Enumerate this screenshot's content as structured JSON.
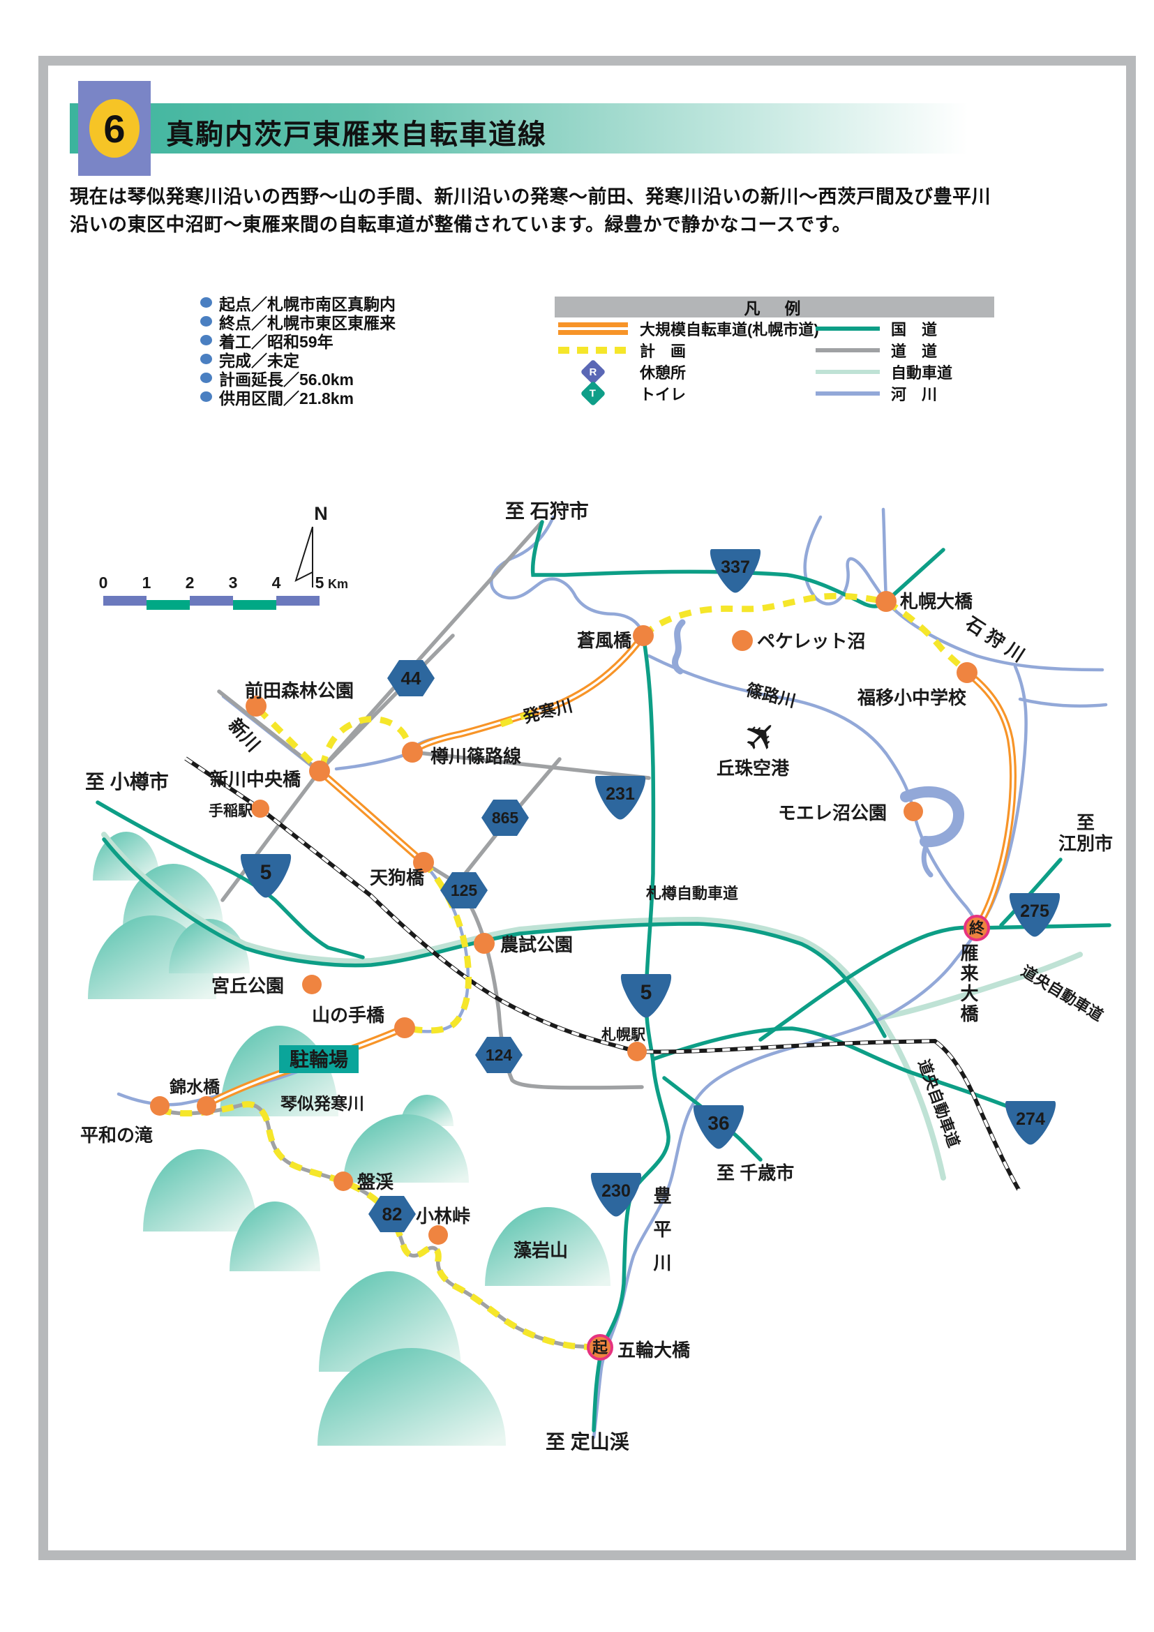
{
  "page": {
    "number": "6",
    "title": "真駒内茨戸東雁来自転車道線"
  },
  "intro": {
    "line1": "現在は琴似発寒川沿いの西野～山の手間、新川沿いの発寒～前田、発寒川沿いの新川～西茨戸間及び豊平川",
    "line2": "沿いの東区中沼町～東雁来間の自転車道が整備されています。緑豊かで静かなコースです。"
  },
  "info_items": [
    "起点／札幌市南区真駒内",
    "終点／札幌市東区東雁来",
    "着工／昭和59年",
    "完成／未定",
    "計画延長／56.0km",
    "供用区間／21.8km"
  ],
  "legend": {
    "title": "凡　例",
    "left": [
      {
        "label": "大規模自転車道(札幌市道)"
      },
      {
        "label": "計　画"
      },
      {
        "label": "休憩所",
        "letter": "R"
      },
      {
        "label": "トイレ",
        "letter": "T"
      }
    ],
    "right": [
      "国　道",
      "道　道",
      "自動車道",
      "河　川"
    ]
  },
  "scalebar": {
    "ticks": [
      "0",
      "1",
      "2",
      "3",
      "4",
      "5"
    ],
    "unit": "Km"
  },
  "compass": {
    "north": "N"
  },
  "colors": {
    "bikeway_orange": "#f79428",
    "plan_yellow": "#f5e62a",
    "national_teal": "#0d9e86",
    "prefectural_gray": "#9fa1a3",
    "expressway_mint": "#bfe2d5",
    "river_blue": "#92a8d8",
    "landmark_orange": "#ef8440",
    "shield_blue": "#2d679e"
  },
  "map": {
    "labels": {
      "ishikari_dest": "至 石狩市",
      "sofu_bridge": "蒼風橋",
      "pekeretto": "ペケレット沼",
      "sapporo_bridge": "札幌大橋",
      "ishikari_river": "石狩川",
      "fukui_school": "福移小中学校",
      "shinoro_river": "篠路川",
      "okadama_airport": "丘珠空港",
      "moere_park": "モエレ沼公園",
      "ebetsu_line1": "至",
      "ebetsu_line2": "江別市",
      "karaiku_bridge": "雁来大橋",
      "doo_expwy_e": "道央自動車道",
      "doo_expwy_s": "道央自動車道",
      "sasson_expwy": "札樽自動車道",
      "maeda_park": "前田森林公園",
      "shinkawa_river": "新川",
      "otaru_dest": "至 小樽市",
      "shinkawa_chuo_bridge": "新川中央橋",
      "teine_station": "手稲駅",
      "tarukawa_line": "樽川篠路線",
      "hassamu_river": "発寒川",
      "tengu_bridge": "天狗橋",
      "noshi_park": "農試公園",
      "miyanooka_park": "宮丘公園",
      "yamanote_bridge": "山の手橋",
      "bicycle_parking": "駐輪場",
      "kotoni_hassamu_river": "琴似発寒川",
      "kinsui_bridge": "錦水橋",
      "heiwa_falls": "平和の滝",
      "bankei": "盤渓",
      "kobayashi_pass": "小林峠",
      "moiwa_mountain": "藻岩山",
      "toyohira_river": "豊平川",
      "chitose_dest": "至 千歳市",
      "jozankei_dest": "至 定山渓",
      "sapporo_station": "札幌駅",
      "gorin_bridge": "五輪大橋"
    },
    "shields": {
      "s337": "337",
      "s231": "231",
      "s5": "5",
      "s230": "230",
      "s36": "36",
      "s275": "275",
      "s274": "274",
      "s44": "44",
      "s865": "865",
      "s125": "125",
      "s124": "124",
      "s82": "82"
    },
    "markers": {
      "start": "起",
      "end": "終"
    }
  }
}
